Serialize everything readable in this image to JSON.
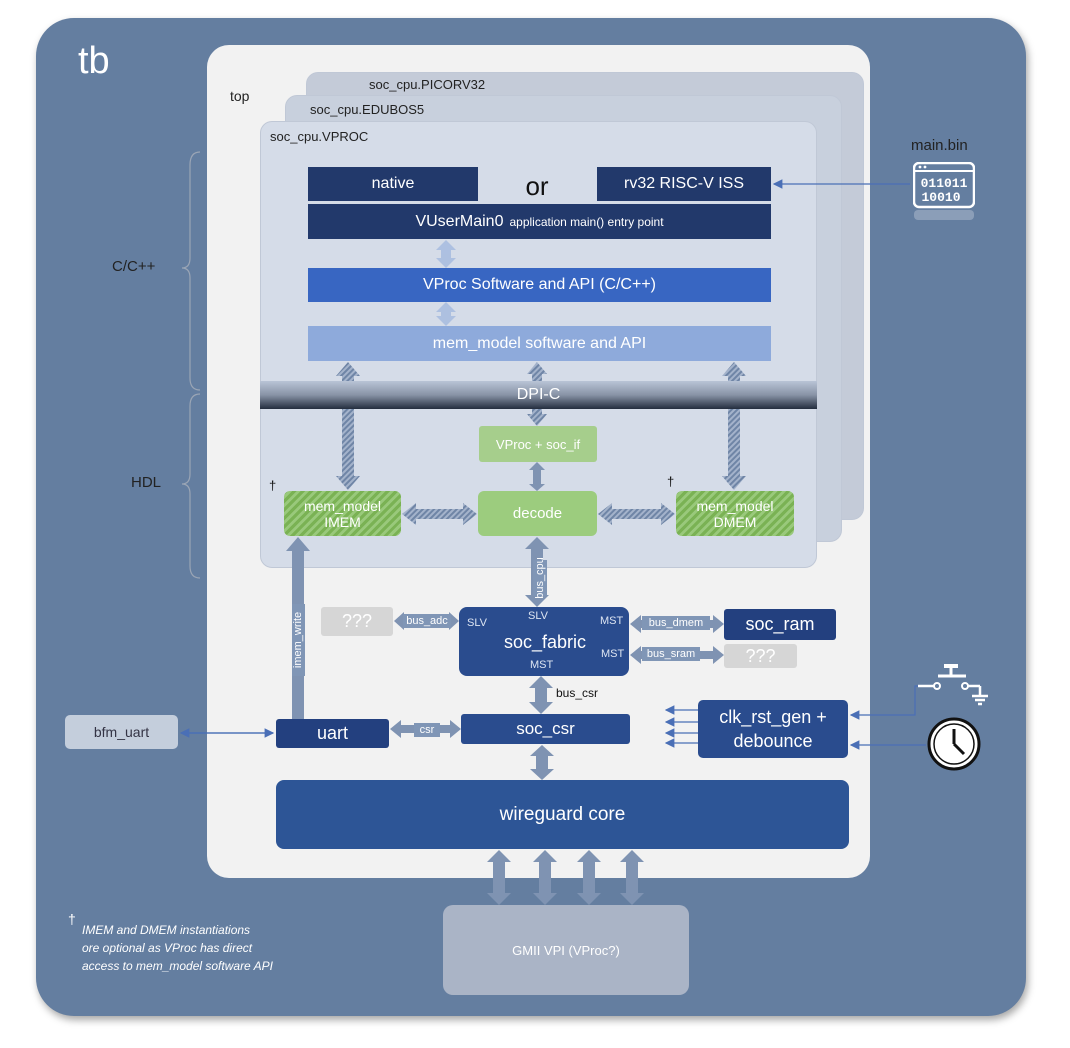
{
  "tb": {
    "title": "tb"
  },
  "top": {
    "label": "top"
  },
  "cpus": {
    "picorv32": "soc_cpu.PICORV32",
    "edubos5": "soc_cpu.EDUBOS5",
    "vproc": "soc_cpu.VPROC"
  },
  "side_labels": {
    "c_cpp": "C/C++",
    "hdl": "HDL"
  },
  "sw": {
    "native": "native",
    "or": "or",
    "iss": "rv32 RISC-V ISS",
    "vusermain_main": "VUserMain0",
    "vusermain_sub": "application main() entry point",
    "vproc_sw": "VProc  Software and API (C/C++)",
    "memmodel_sw": "mem_model software and API",
    "dpic": "DPI-C"
  },
  "hdl": {
    "vproc_soc_if": "VProc + soc_if",
    "decode": "decode",
    "imem_line1": "mem_model",
    "imem_line2": "IMEM",
    "dmem_line1": "mem_model",
    "dmem_line2": "DMEM",
    "dagger": "†"
  },
  "fabric": {
    "name": "soc_fabric",
    "slv_top": "SLV",
    "slv_left": "SLV",
    "mst_right_top": "MST",
    "mst_right_bottom": "MST",
    "mst_bottom": "MST"
  },
  "buses": {
    "bus_cpu": "bus_cpu",
    "bus_adc": "bus_adc",
    "bus_dmem": "bus_dmem",
    "bus_sram": "bus_sram",
    "bus_csr": "bus_csr",
    "csr": "csr",
    "imem_write": "imem_write"
  },
  "blocks": {
    "unknown1": "???",
    "unknown2": "???",
    "soc_ram": "soc_ram",
    "soc_csr": "soc_csr",
    "uart": "uart",
    "bfm_uart": "bfm_uart",
    "clk_line1": "clk_rst_gen +",
    "clk_line2": "debounce",
    "wireguard": "wireguard core",
    "gmii": "GMII VPI (VProc?)"
  },
  "mainbin": {
    "label": "main.bin",
    "bits_line1": "011011",
    "bits_line2": "10010"
  },
  "note": {
    "dagger": "†",
    "line1": "IMEM and DMEM instantiations",
    "line2": "ore optional as VProc has direct",
    "line3": "access to mem_model software API"
  },
  "colors": {
    "tb_bg": "#647ea0",
    "dark_blue": "#22396b",
    "mid_blue": "#3866c2",
    "light_blue": "#8eaadb",
    "green": "#9ccc7e",
    "arrow": "#7f93b2"
  }
}
